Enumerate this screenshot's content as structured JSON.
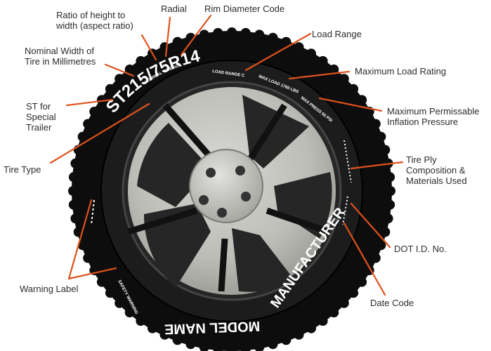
{
  "callouts": {
    "aspect_ratio": "Ratio of height to\nwidth (aspect ratio)",
    "radial": "Radial",
    "rim_diameter": "Rim Diameter Code",
    "load_range": "Load Range",
    "nominal_width": "Nominal Width of\nTire in Millimetres",
    "max_load": "Maximum Load Rating",
    "special_trailer": "ST for\nSpecial\nTrailer",
    "max_pressure": "Maximum Permissable\nInflation Pressure",
    "tire_type": "Tire Type",
    "ply": "Tire Ply\nComposition &\nMaterials Used",
    "dot": "DOT I.D. No.",
    "warning": "Warning Label",
    "date_code": "Date Code"
  },
  "sidewall": {
    "size": "ST215/75R14",
    "type": "NOMINAL TIRESIZE",
    "load_range": "LOAD RANGE C",
    "max_load": "MAX LOAD 1760 LBS",
    "max_press": "MAX PRESS 50 PSI",
    "manufacturer": "MANUFACTURER",
    "model": "MODEL NAME",
    "safety": "SAFETY WARNING"
  },
  "colors": {
    "leader": "#e0521c",
    "tire": "#0d0d0d",
    "rim": "#b9b9b4"
  }
}
